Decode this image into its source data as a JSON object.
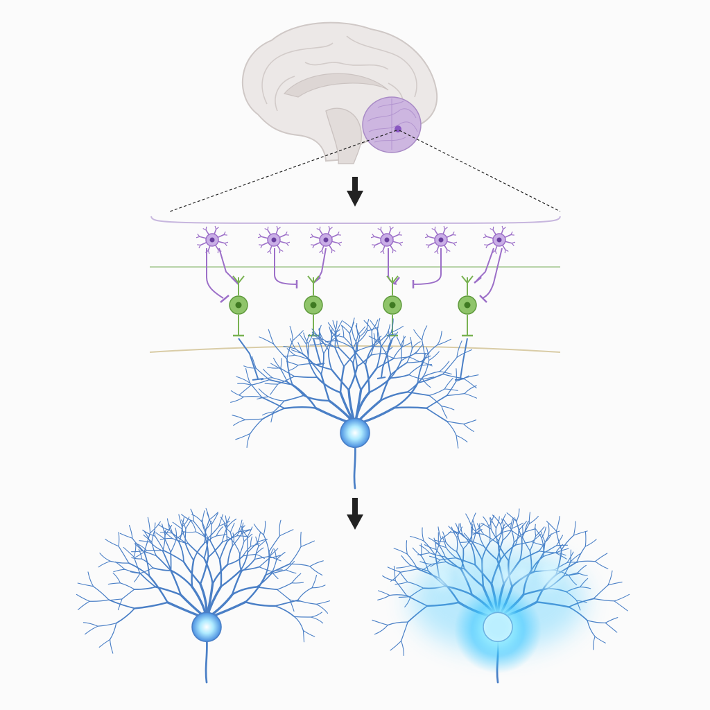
{
  "colors": {
    "background": "#fbfbfb",
    "brain": "#e9e5e4",
    "brain_outline": "#cfc8c6",
    "cerebellum": "#c9b3dc",
    "interneuron": "#9c6fc8",
    "granule_cell": "#79b252",
    "purkinje": "#4a7fc6",
    "purkinje_glow": "#6fd4ff",
    "arrow": "#222222",
    "zoom_line": "#222222",
    "molecular_layer_line": "#c7b6de",
    "granular_layer_line": "#b8d3a8",
    "purkinje_layer_line": "#d9cca6"
  },
  "icons": [
    "brain-icon",
    "cerebellum-icon",
    "down-arrow-icon",
    "interneuron-icon",
    "granule-cell-icon",
    "purkinje-cell-icon"
  ],
  "layers": [
    "molecular-layer",
    "granular-layer",
    "purkinje-layer"
  ],
  "interneuron_count": 6,
  "granule_cell_count": 4,
  "outcome_states": [
    "baseline",
    "activated"
  ]
}
